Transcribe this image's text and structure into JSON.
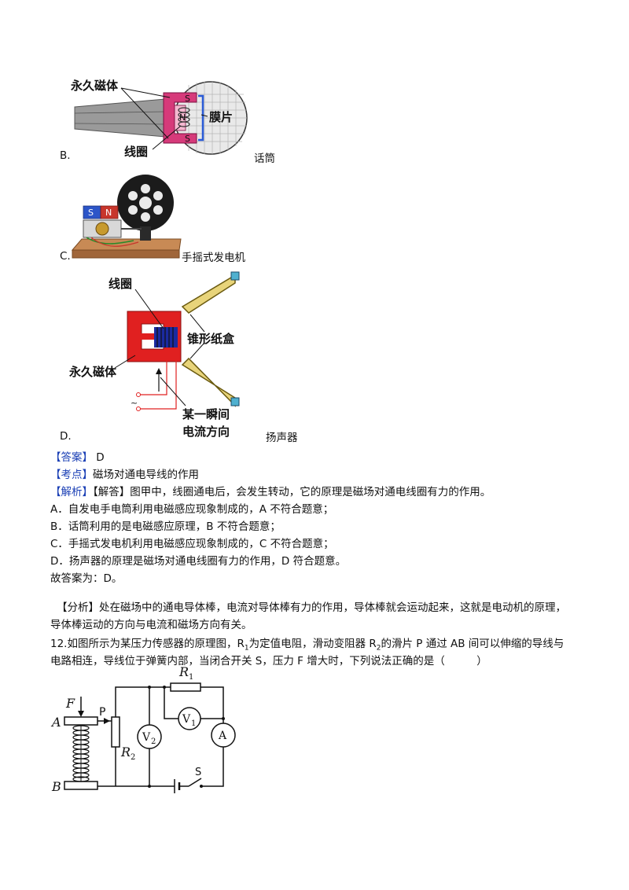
{
  "figures": {
    "b": {
      "letter": "B.",
      "caption": "话筒",
      "labels": {
        "magnet": "永久磁体",
        "diaphragm": "膜片",
        "coil": "线圈",
        "pole_s": "S",
        "pole_n": "N"
      }
    },
    "c": {
      "letter": "C.",
      "caption": "手摇式发电机",
      "labels": {
        "pole_s": "S",
        "pole_n": "N"
      }
    },
    "d": {
      "letter": "D.",
      "caption": "扬声器",
      "labels": {
        "coil": "线圈",
        "cone": "锥形纸盒",
        "magnet": "永久磁体",
        "current_line1": "某一瞬间",
        "current_line2": "电流方向",
        "ac": "~"
      }
    }
  },
  "answer": {
    "tag": "【答案】",
    "text": " D"
  },
  "point": {
    "tag": "【考点】",
    "text": "磁场对通电导线的作用"
  },
  "analysis": {
    "tag": "【解析】",
    "text": "【解答】图甲中，线圈通电后，会发生转动，它的原理是磁场对通电线圈有力的作用。",
    "items": [
      "A．自发电手电筒利用电磁感应现象制成的，A 不符合题意；",
      "B．话筒利用的是电磁感应原理，B 不符合题意；",
      "C．手摇式发电机利用电磁感应现象制成的，C 不符合题意；",
      "D．扬声器的原理是磁场对通电线圈有力的作用，D 符合题意。"
    ],
    "conclusion": "故答案为：D。"
  },
  "summary": {
    "tag": "【分析】",
    "line1": "处在磁场中的通电导体棒，电流对导体棒有力的作用，导体棒就会运动起来，这就是电动机的原理，",
    "line2": "导体棒运动的方向与电流和磁场方向有关。"
  },
  "question12": {
    "line1_a": "12.如图所示为某压力传感器的原理图，R",
    "line1_sub1": "1",
    "line1_b": "为定值电阻，滑动变阻器 R",
    "line1_sub2": "2",
    "line1_c": "的滑片 P 通过 AB 间可以伸缩的导线与",
    "line2": "电路相连，导线位于弹簧内部，当闭合开关 S，压力 F 增大时，下列说法正确的是（　　　）"
  },
  "circuit": {
    "F": "F",
    "A": "A",
    "B": "B",
    "P": "P",
    "R1": "R",
    "R1_sub": "1",
    "R2": "R",
    "R2_sub": "2",
    "V1": "V",
    "V1_sub": "1",
    "V2": "V",
    "V2_sub": "2",
    "ammeter": "A",
    "S": "S"
  }
}
